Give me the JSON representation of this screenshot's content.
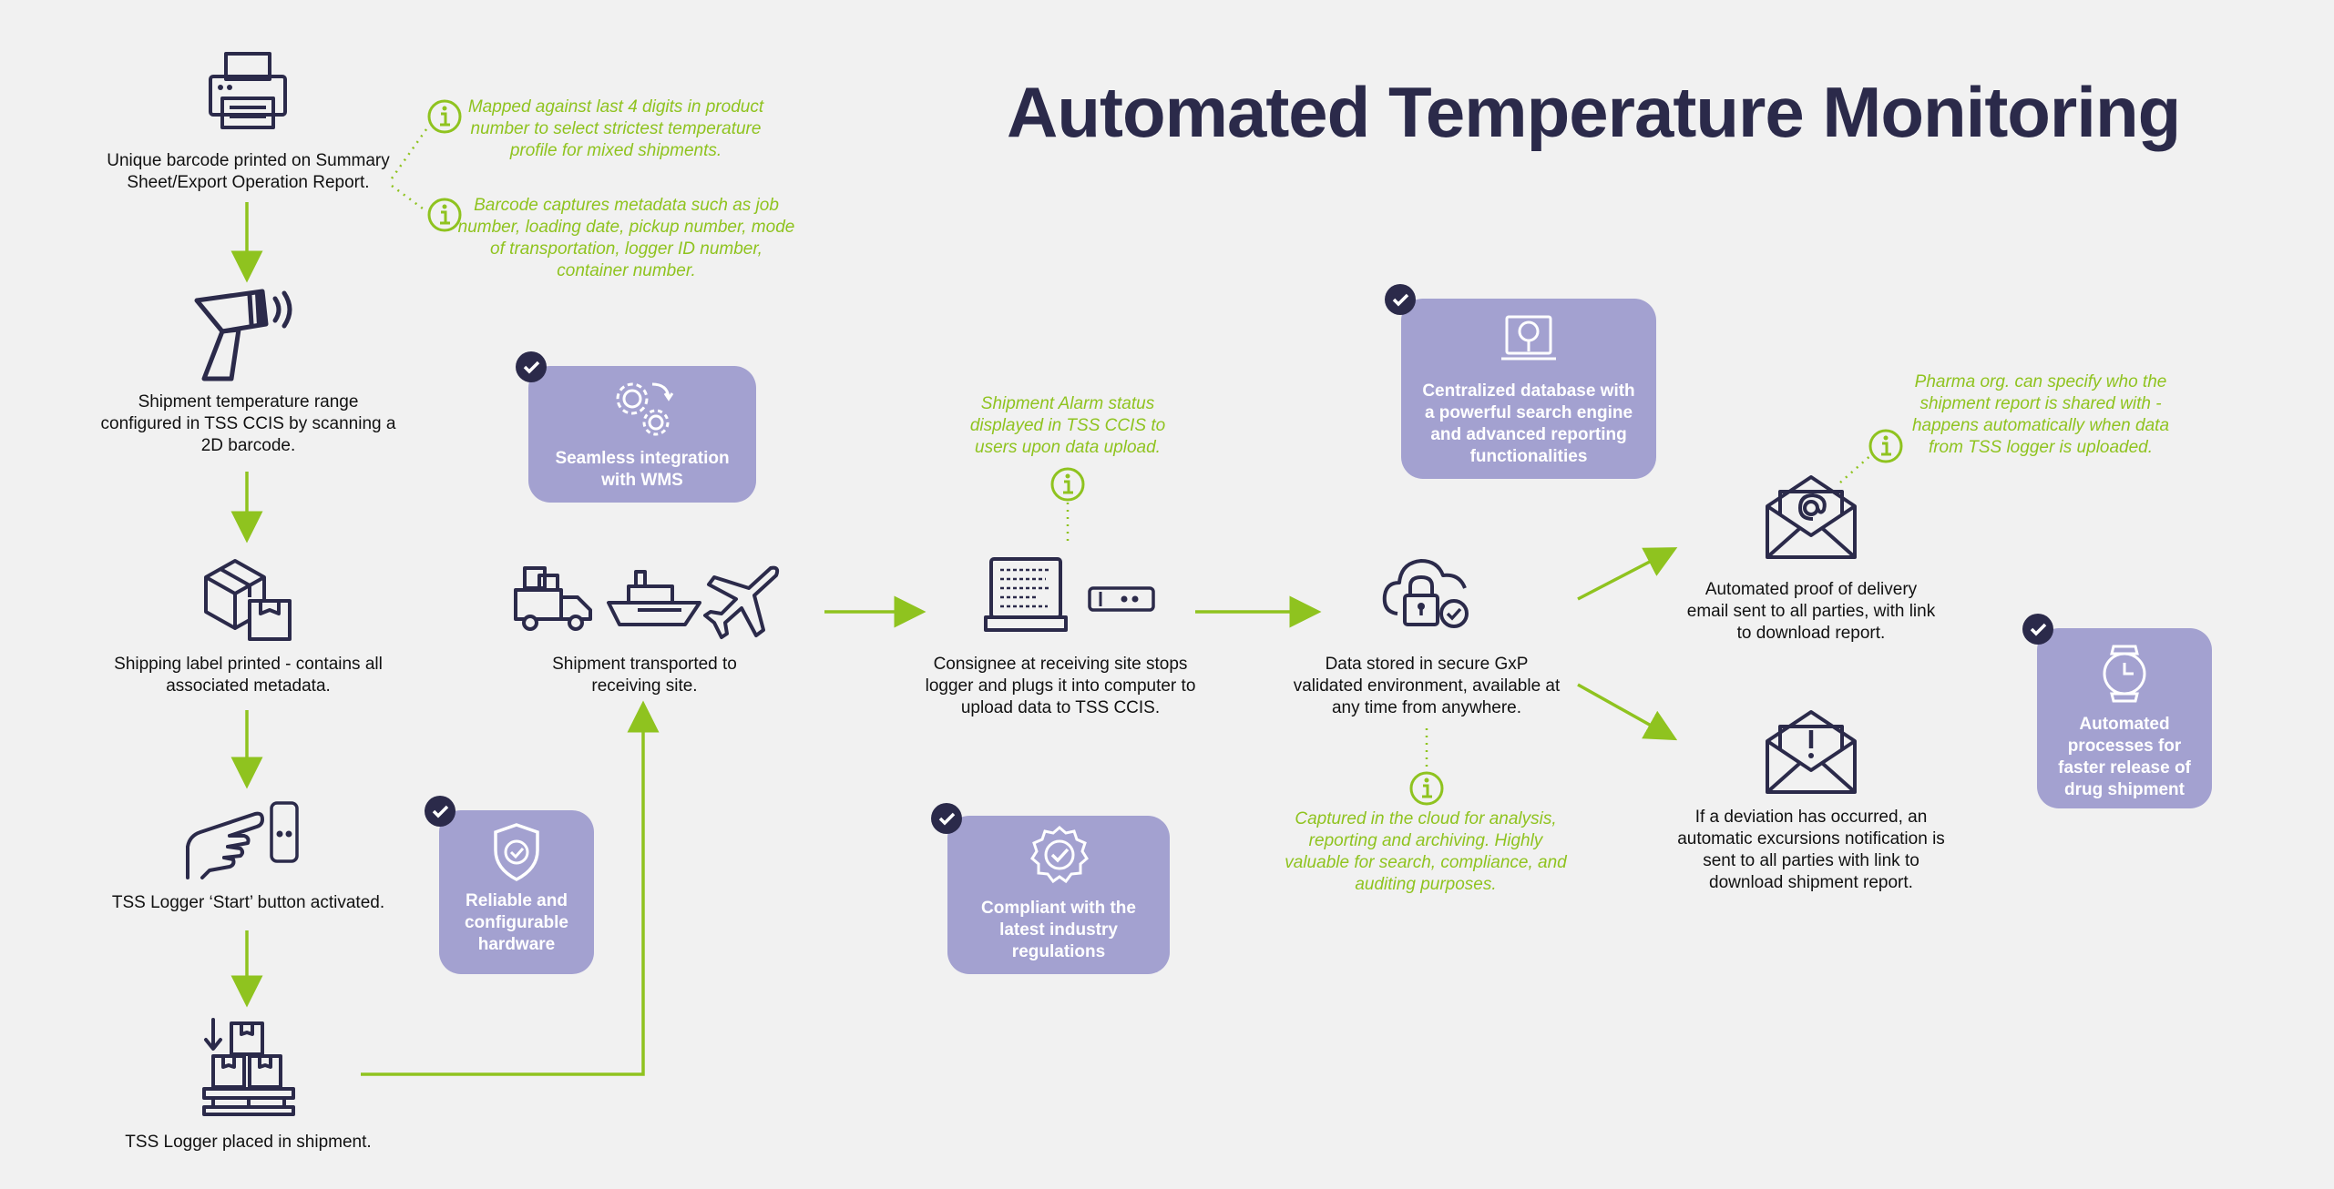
{
  "title": "Automated Temperature Monitoring",
  "colors": {
    "accent": "#8fc31f",
    "dark": "#2b2a4a",
    "badge": "#a3a1d0",
    "background": "#f1f1f1"
  },
  "steps": {
    "barcode": "Unique barcode printed on Summary Sheet/Export Operation Report.",
    "scan": "Shipment temperature range configured in TSS CCIS by scanning a 2D barcode.",
    "label": "Shipping label printed - contains all associated metadata.",
    "start": "TSS Logger ‘Start’ button activated.",
    "placed": "TSS Logger placed in shipment.",
    "transport": "Shipment transported to receiving site.",
    "consignee": "Consignee at receiving site stops logger and plugs it into computer to upload data to TSS CCIS.",
    "stored": "Data stored in secure GxP validated environment, available at any time from anywhere.",
    "proof": "Automated proof of delivery email sent to all parties, with link to download report.",
    "deviation": "If a deviation has occurred, an automatic excursions notification is sent to all parties with link to download shipment report."
  },
  "notes": {
    "mapped": "Mapped against last 4 digits in product number to select strictest temperature profile for mixed shipments.",
    "metadata": "Barcode captures metadata such as job number, loading date, pickup number, mode of transportation, logger ID number, container number.",
    "alarm": "Shipment Alarm status displayed in TSS CCIS to users upon data upload.",
    "cloud": "Captured in the cloud for analysis, reporting and archiving. Highly valuable for search, compliance, and auditing purposes.",
    "pharma": "Pharma org. can specify who the shipment report is shared with - happens automatically when data from TSS logger is uploaded."
  },
  "badges": {
    "wms": "Seamless integration with WMS",
    "hardware": "Reliable and configurable hardware",
    "compliant": "Compliant with the latest industry regulations",
    "database": "Centralized database with a powerful search engine and advanced reporting functionalities",
    "automated": "Automated processes for faster release of drug shipment"
  },
  "icons": [
    "printer-icon",
    "barcode-scanner-icon",
    "package-box-icon",
    "hand-pointing-icon",
    "logger-icon",
    "pallet-boxes-icon",
    "delivery-truck-icon",
    "ship-icon",
    "airplane-icon",
    "laptop-icon",
    "usb-logger-icon",
    "cloud-lock-icon",
    "email-at-icon",
    "email-alert-icon",
    "info-icon",
    "gears-icon",
    "shield-check-icon",
    "badge-check-icon",
    "search-monitor-icon",
    "watch-icon",
    "check-icon"
  ]
}
